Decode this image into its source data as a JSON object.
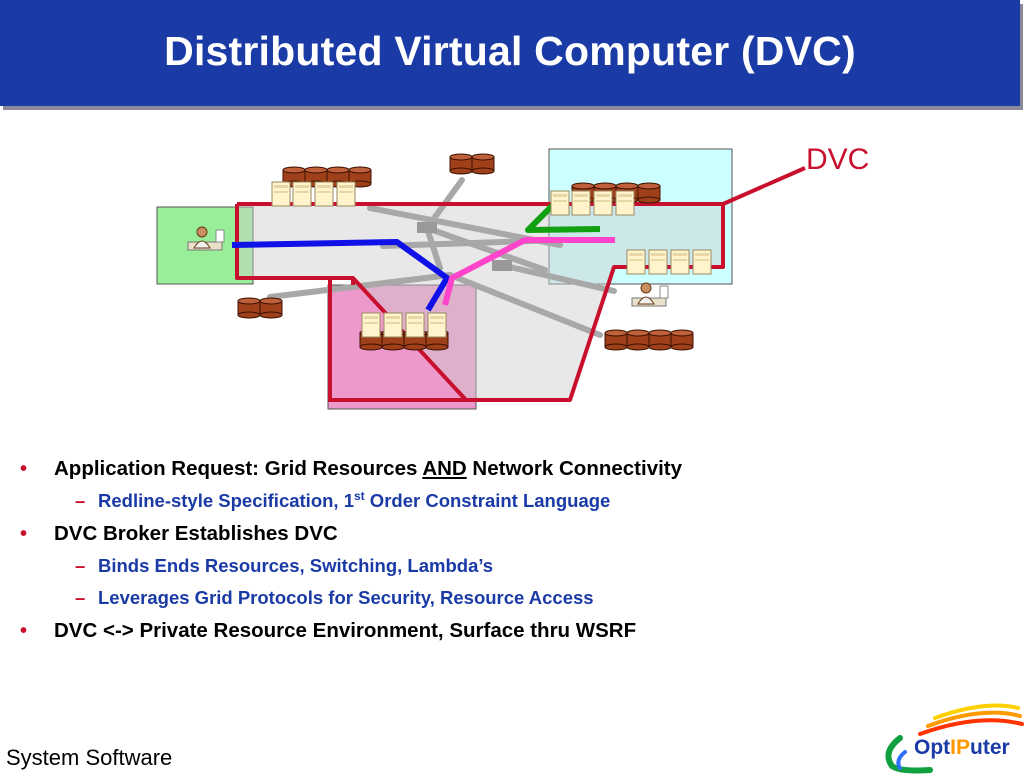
{
  "title": "Distributed Virtual Computer (DVC)",
  "diagram": {
    "dvc_label": "DVC",
    "colors": {
      "red_line": "#c8102e",
      "blue_path": "#1010e8",
      "pink_path": "#ff44cc",
      "green_path": "#10a010",
      "gray_link": "#a8a8a8",
      "green_site": "#99ee99",
      "cyan_site": "#ccffff",
      "pink_site": "#ee99cc",
      "disk": "#a0401a",
      "server": "#fff4cc"
    }
  },
  "bullets": [
    {
      "pre": "Application Request: Grid Resources ",
      "em": "AND",
      "post": " Network Connectivity",
      "sub": [
        {
          "pre": "Redline-style Specification, 1",
          "sup": "st",
          "post": " Order Constraint Language"
        }
      ]
    },
    {
      "pre": "DVC Broker Establishes DVC",
      "em": "",
      "post": "",
      "sub": [
        {
          "pre": "Binds Ends Resources, Switching, Lambda’s",
          "sup": "",
          "post": ""
        },
        {
          "pre": "Leverages Grid Protocols for Security, Resource Access",
          "sup": "",
          "post": ""
        }
      ]
    },
    {
      "pre": "DVC <-> Private Resource Environment, Surface thru WSRF",
      "em": "",
      "post": "",
      "sub": []
    }
  ],
  "footer": "System Software",
  "logo": {
    "part1": "Opt",
    "part2": "IP",
    "part3": "uter"
  }
}
